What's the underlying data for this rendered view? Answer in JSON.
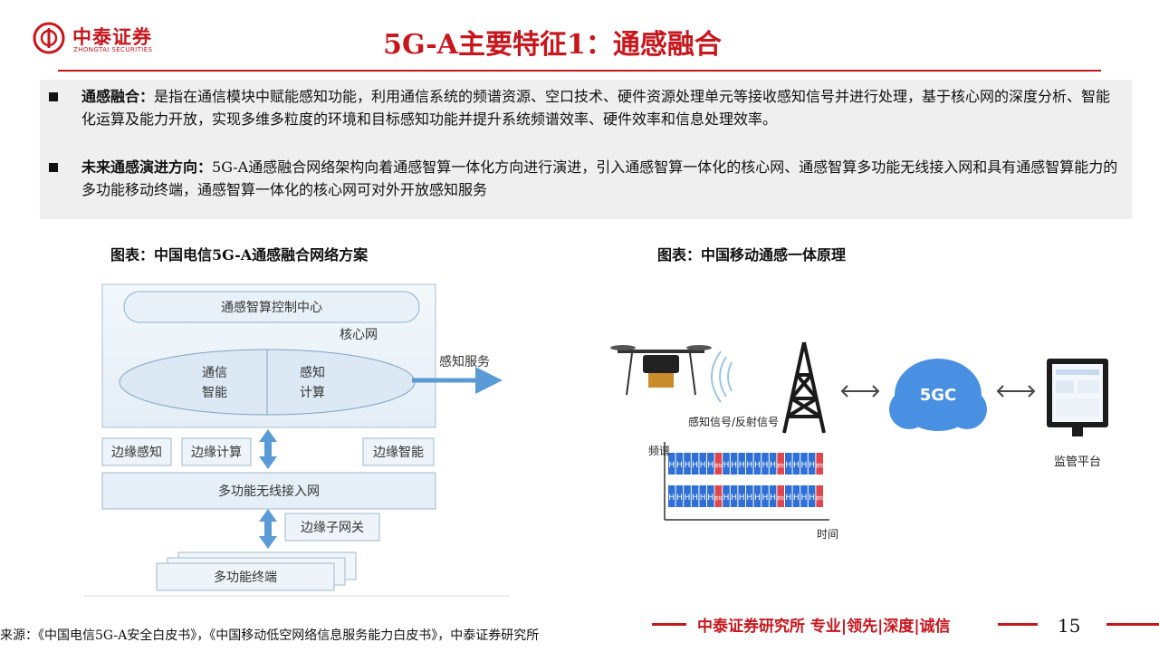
{
  "header": {
    "logo_name": "中泰证券",
    "logo_sub": "ZHONGTAI SECURITIES",
    "title": "5G-A主要特征1：通感融合"
  },
  "summary": {
    "bullets": [
      {
        "lead": "通感融合：",
        "text": "是指在通信模块中赋能感知功能，利用通信系统的频谱资源、空口技术、硬件资源处理单元等接收感知信号并进行处理，基于核心网的深度分析、智能化运算及能力开放，实现多维多粒度的环境和目标感知功能并提升系统频谱效率、硬件效率和信息处理效率。"
      },
      {
        "lead": "未来通感演进方向：",
        "text": "5G-A通感融合网络架构向着通感智算一体化方向进行演进，引入通感智算一体化的核心网、通感智算多功能无线接入网和具有通感智算能力的多功能移动终端，通感智算一体化的核心网可对外开放感知服务"
      }
    ]
  },
  "figures": {
    "left_caption": "图表：中国电信5G-A通感融合网络方案",
    "right_caption": "图表：中国移动通感一体原理"
  },
  "left_diagram": {
    "control_center": "通感智算控制中心",
    "core_network": "核心网",
    "comm_line1": "通信",
    "comm_line2": "智能",
    "sense_line1": "感知",
    "sense_line2": "计算",
    "sensing_service": "感知服务",
    "edge_sensing": "边缘感知",
    "edge_compute": "边缘计算",
    "edge_intelligence": "边缘智能",
    "ran": "多功能无线接入网",
    "edge_gateway": "边缘子网关",
    "terminal": "多功能终端"
  },
  "right_diagram": {
    "signal_label": "感知信号/反射信号",
    "core_label": "5GC",
    "platform_label": "监管平台",
    "spectrum_label": "频谱",
    "time_label": "时间",
    "block_char": "H",
    "sense_char": "感知",
    "colors": {
      "block_blue": "#2f6fd6",
      "sense_red": "#e0464b",
      "cloud_blue": "#4a90e2"
    }
  },
  "footer": {
    "slogan": "中泰证券研究所 专业|领先|深度|诚信",
    "page_number": "15",
    "source": "来源：《中国电信5G-A安全白皮书》，《中国移动低空网络信息服务能力白皮书》，中泰证券研究所"
  }
}
